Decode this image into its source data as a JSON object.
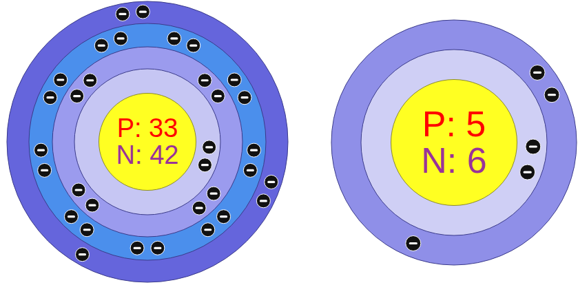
{
  "diagram": {
    "nodes": [
      {
        "text": [
          "P: 33",
          "N: 42"
        ]
      },
      {
        "text": [
          "P: 5",
          "N: 6"
        ]
      }
    ]
  }
}
